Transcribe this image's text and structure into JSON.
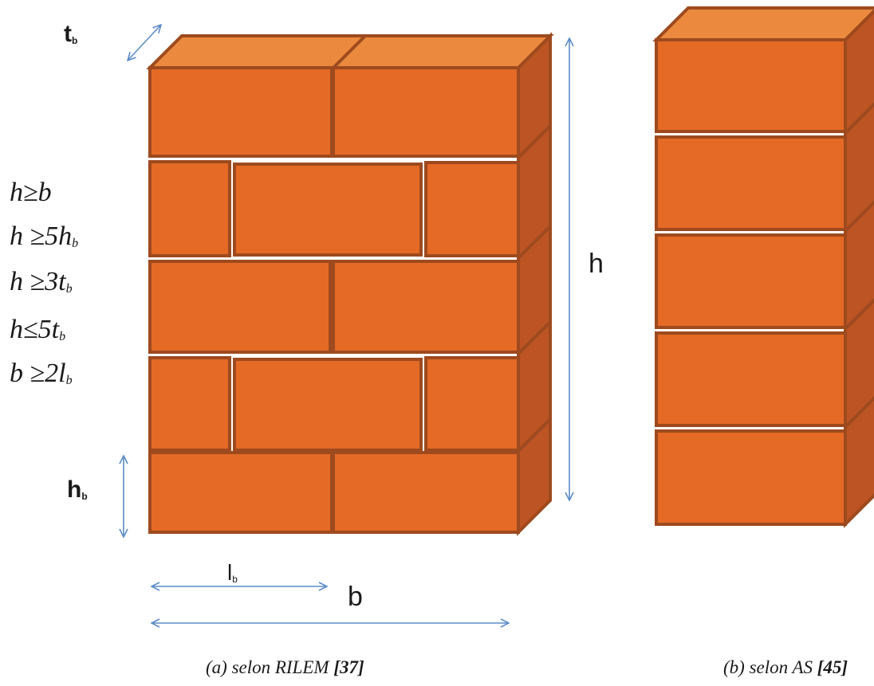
{
  "colors": {
    "brick_front": "#E46A26",
    "brick_top": "#EB8A3E",
    "brick_side": "#BC5424",
    "mortar": "#9E4A1E",
    "arrow": "#5B8CC8",
    "text": "#1a1a1a"
  },
  "labels": {
    "tb": "t",
    "tb_sub": "b",
    "hb": "h",
    "hb_sub": "b",
    "lb": "l",
    "lb_sub": "b",
    "b": "b",
    "h": "h"
  },
  "conditions": [
    {
      "main": "h≥b",
      "sub": ""
    },
    {
      "main": "h ≥5h",
      "sub": "b"
    },
    {
      "main": "h ≥3t",
      "sub": "b"
    },
    {
      "main": "h≤5t",
      "sub": "b"
    },
    {
      "main": "b ≥2l",
      "sub": "b"
    }
  ],
  "captions": {
    "a_text": "(a) selon RILEM ",
    "a_ref": "[37]",
    "b_text": "(b) selon AS ",
    "b_ref": "[45]"
  }
}
